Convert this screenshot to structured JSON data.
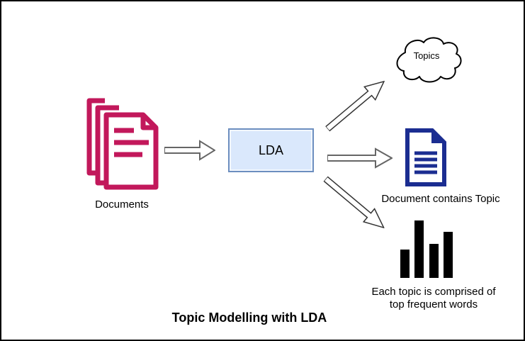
{
  "diagram": {
    "title": "Topic Modelling with LDA",
    "nodes": {
      "documents": {
        "label": "Documents",
        "color": "#C2185B"
      },
      "lda": {
        "label": "LDA",
        "fill": "#DAE8FC",
        "border": "#6C8EBF"
      },
      "topics": {
        "label": "Topics",
        "shape": "cloud",
        "stroke": "#000000"
      },
      "document_contains_topic": {
        "label": "Document contains Topic",
        "color": "#1B2D91"
      },
      "topic_words": {
        "label_line1": "Each topic is comprised of",
        "label_line2": "top frequent words",
        "bar_color": "#000000",
        "bar_heights": [
          40,
          81,
          48,
          65
        ]
      }
    },
    "edges": [
      {
        "from": "documents",
        "to": "lda"
      },
      {
        "from": "lda",
        "to": "topics"
      },
      {
        "from": "lda",
        "to": "document_contains_topic"
      },
      {
        "from": "lda",
        "to": "topic_words"
      }
    ]
  }
}
